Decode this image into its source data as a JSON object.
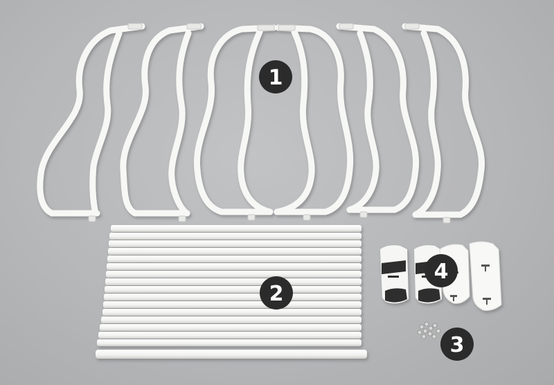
{
  "labels": {
    "frames": "1",
    "rods": "2",
    "screws": "3",
    "feet": "4"
  },
  "colors": {
    "background": "#b6b7b9",
    "plastic": "#f7f7f5",
    "badge": "#2b2b2b",
    "badge_text": "#ffffff"
  }
}
